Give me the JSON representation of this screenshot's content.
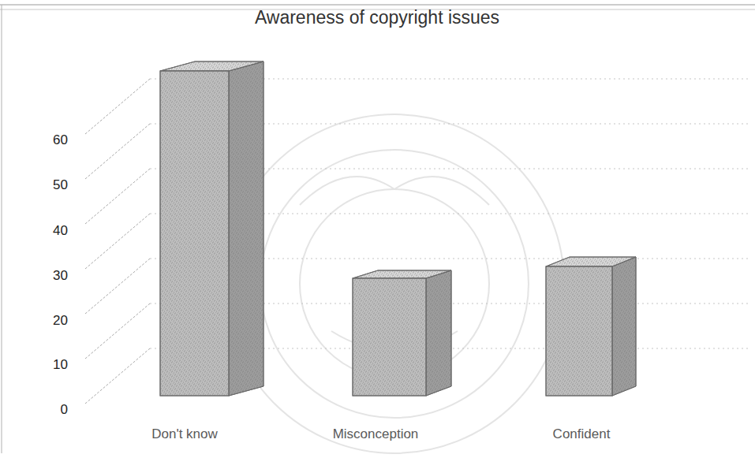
{
  "diagram": {
    "title": "Awareness of copyright issues",
    "labels": [
      "60",
      "50",
      "40",
      "30",
      "20",
      "10",
      "0",
      "Don't know",
      "Misconception",
      "Confident"
    ]
  }
}
